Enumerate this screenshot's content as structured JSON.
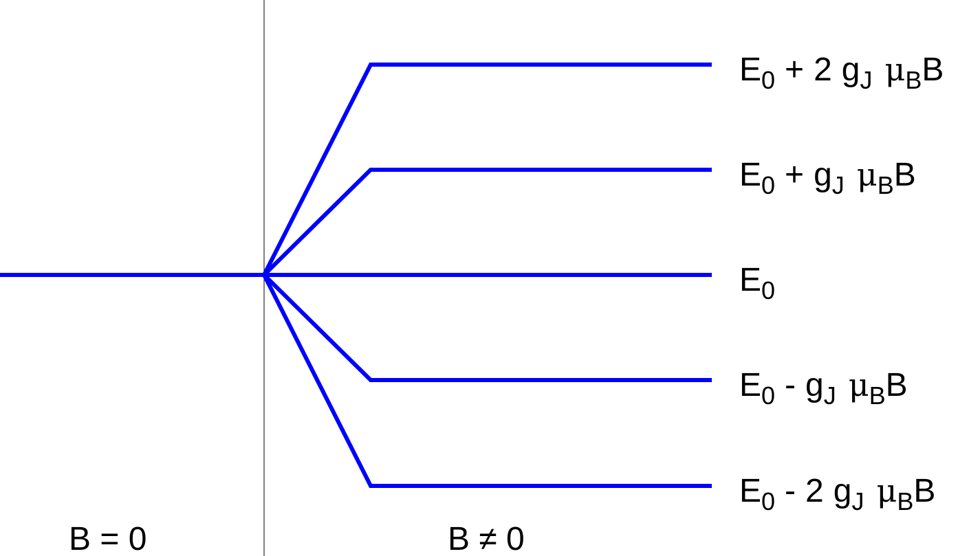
{
  "colors": {
    "level_line": "#0000ff",
    "divider": "#000000",
    "text": "#000000"
  },
  "regions": {
    "left_caption": "B = 0",
    "right_caption": "B ≠ 0"
  },
  "levels": [
    {
      "id": "plus2",
      "base": "E",
      "base_sub": "0",
      "sign": "+",
      "coef": "2",
      "g": "g",
      "g_sub": "J",
      "mu": "μ",
      "mu_sub": "B",
      "field": "B"
    },
    {
      "id": "plus1",
      "base": "E",
      "base_sub": "0",
      "sign": "+",
      "coef": "",
      "g": "g",
      "g_sub": "J",
      "mu": "μ",
      "mu_sub": "B",
      "field": "B"
    },
    {
      "id": "zero",
      "base": "E",
      "base_sub": "0"
    },
    {
      "id": "minus1",
      "base": "E",
      "base_sub": "0",
      "sign": "-",
      "coef": "",
      "g": "g",
      "g_sub": "J",
      "mu": "μ",
      "mu_sub": "B",
      "field": "B"
    },
    {
      "id": "minus2",
      "base": "E",
      "base_sub": "0",
      "sign": "-",
      "coef": "2",
      "g": "g",
      "g_sub": "J",
      "mu": "μ",
      "mu_sub": "B",
      "field": "B"
    }
  ]
}
